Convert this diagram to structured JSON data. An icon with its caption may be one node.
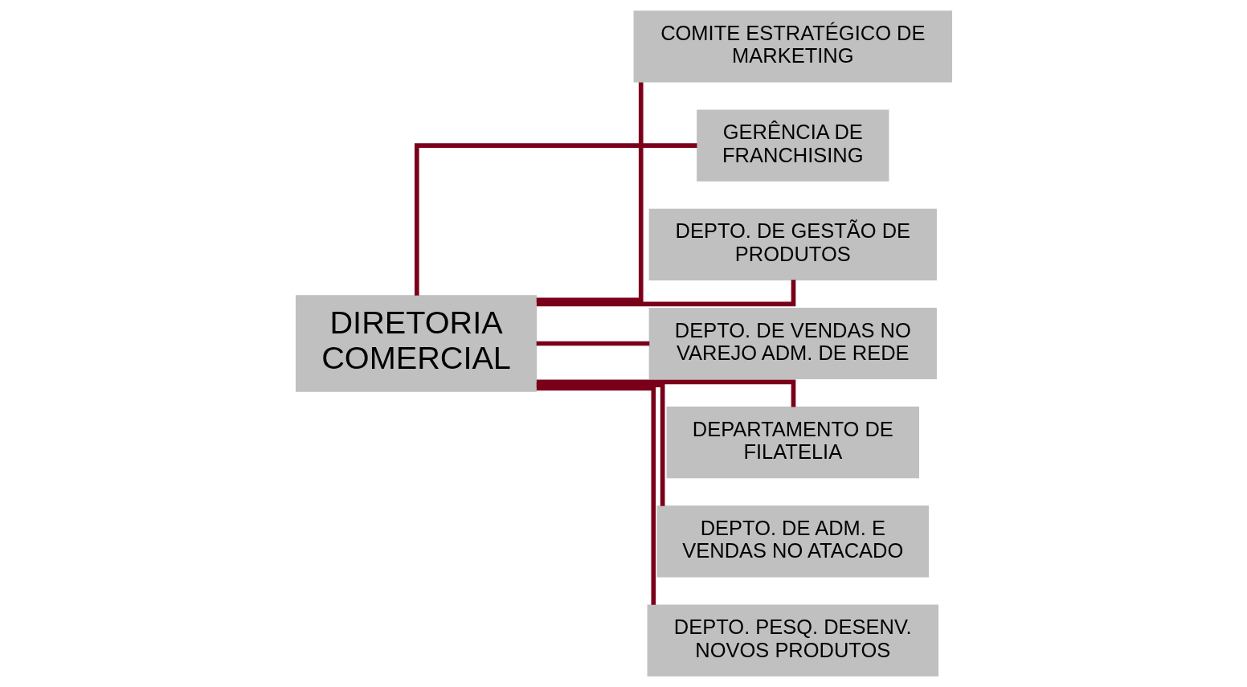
{
  "diagram": {
    "nodes": [
      {
        "text": [
          "DIRETORIA COMERCIAL"
        ]
      },
      {
        "text": [
          "COMITE ESTRATÉGICO DE MARKETING"
        ]
      },
      {
        "text": [
          "GERÊNCIA DE FRANCHISING"
        ]
      },
      {
        "text": [
          "DEPTO. DE GESTÃO DE PRODUTOS"
        ]
      },
      {
        "text": [
          "DEPTO. DE VENDAS NO VAREJO ADM. DE REDE"
        ]
      },
      {
        "text": [
          "DEPARTAMENTO DE FILATELIA"
        ]
      },
      {
        "text": [
          "DEPTO. DE ADM. E VENDAS NO ATACADO"
        ]
      },
      {
        "text": [
          "DEPTO. PESQ. DESENV. NOVOS PRODUTOS"
        ]
      }
    ],
    "edges": [
      {
        "from": 0,
        "to": 1,
        "arrow": "none"
      },
      {
        "from": 0,
        "to": 2,
        "arrow": "none"
      },
      {
        "from": 0,
        "to": 3,
        "arrow": "none"
      },
      {
        "from": 0,
        "to": 4,
        "arrow": "none"
      },
      {
        "from": 0,
        "to": 5,
        "arrow": "none"
      },
      {
        "from": 0,
        "to": 6,
        "arrow": "none"
      },
      {
        "from": 0,
        "to": 7,
        "arrow": "none"
      }
    ]
  }
}
